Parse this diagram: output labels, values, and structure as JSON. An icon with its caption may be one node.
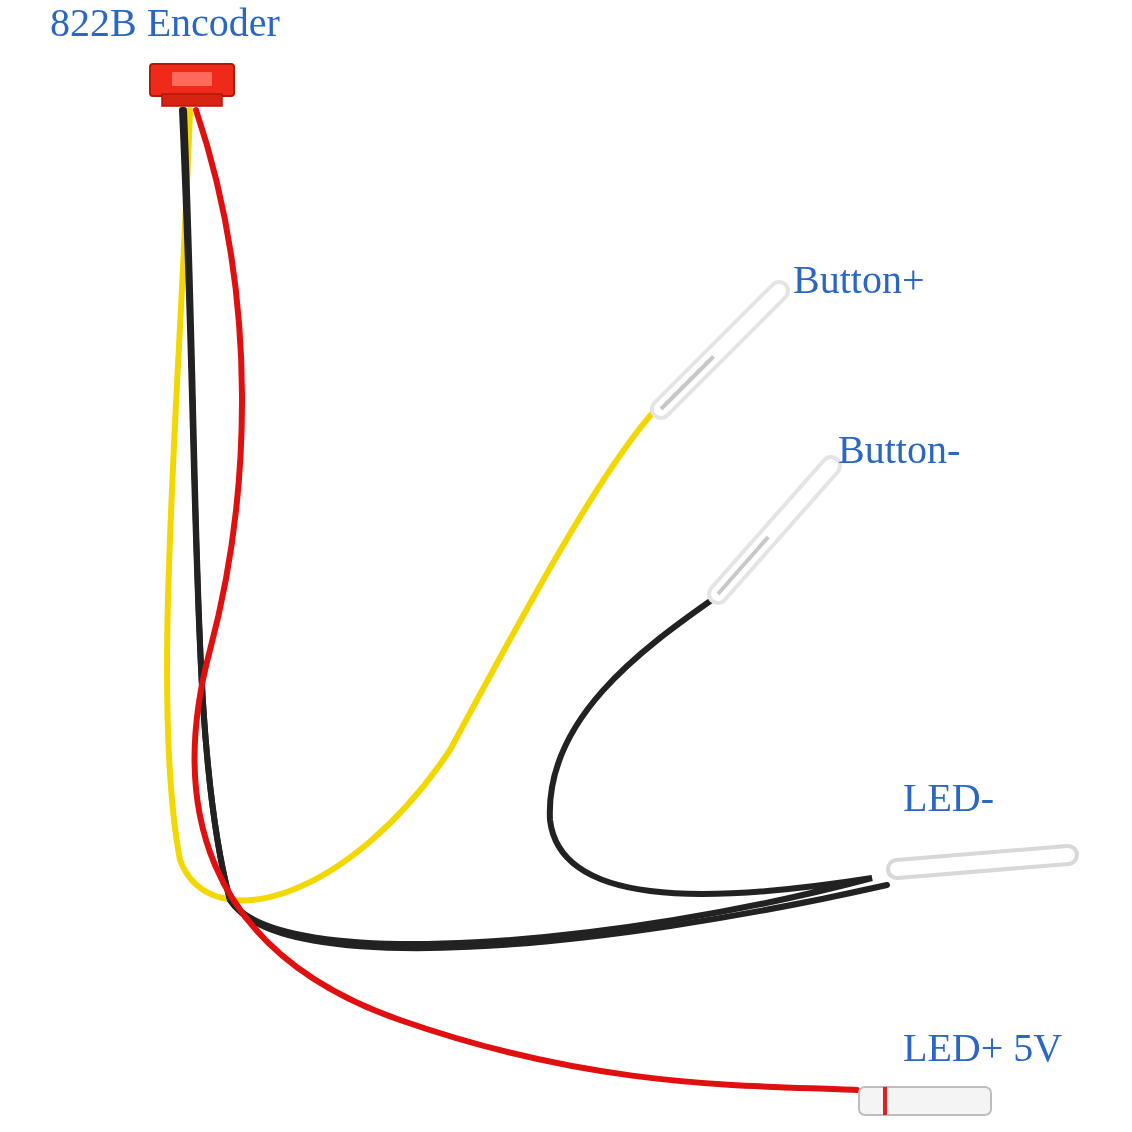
{
  "diagram": {
    "nodes": [
      {
        "text": [
          "822B Encoder"
        ]
      },
      {
        "text": [
          "Button+"
        ]
      },
      {
        "text": [
          "Button-"
        ]
      },
      {
        "text": [
          "LED-"
        ]
      },
      {
        "text": [
          "LED+ 5V"
        ]
      }
    ],
    "edges": [
      {
        "from": 0,
        "to": 1,
        "arrow": "none",
        "color": "#f2d800"
      },
      {
        "from": 0,
        "to": 2,
        "arrow": "none",
        "color": "#222222"
      },
      {
        "from": 0,
        "to": 3,
        "arrow": "none",
        "color": "#222222"
      },
      {
        "from": 0,
        "to": 4,
        "arrow": "none",
        "color": "#e01010"
      }
    ]
  }
}
